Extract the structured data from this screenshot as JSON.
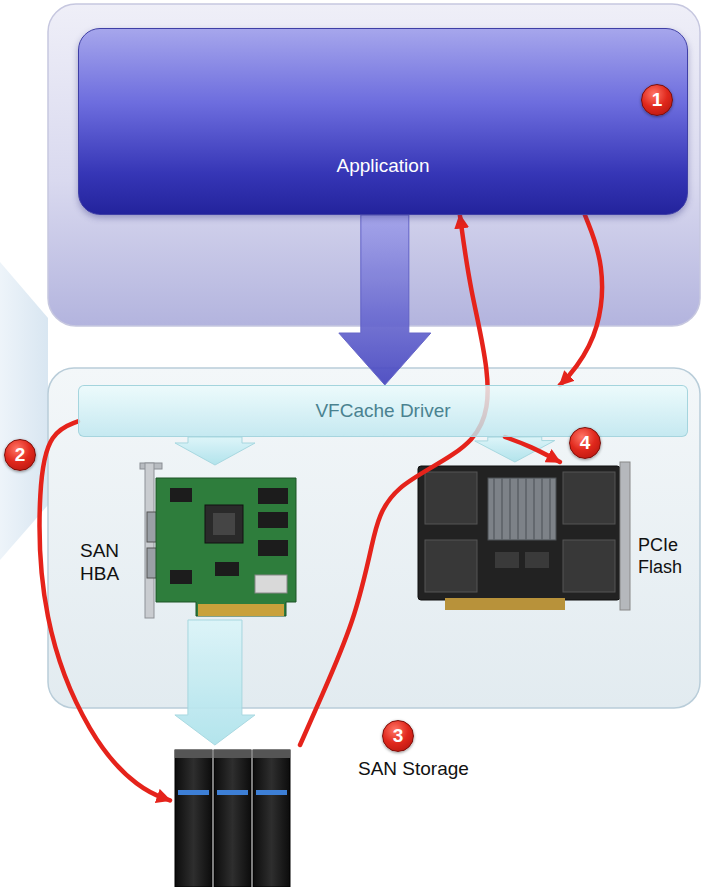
{
  "diagram": {
    "nodes": [
      {
        "text": [
          "Application"
        ]
      },
      {
        "text": [
          "VFCache Driver"
        ]
      },
      {
        "text": [
          "SAN HBA"
        ]
      },
      {
        "text": [
          "PCIe Flash"
        ]
      },
      {
        "text": [
          "SAN Storage"
        ]
      }
    ],
    "edges": [
      {
        "from": 0,
        "to": 1,
        "arrow": "to"
      },
      {
        "from": 1,
        "to": 4,
        "arrow": "to"
      },
      {
        "from": 4,
        "to": 0,
        "arrow": "to"
      },
      {
        "from": 1,
        "to": 3,
        "arrow": "to"
      },
      {
        "from": 0,
        "to": 1,
        "arrow": "to"
      },
      {
        "from": 1,
        "to": 2,
        "arrow": "to"
      },
      {
        "from": 1,
        "to": 3,
        "arrow": "to"
      },
      {
        "from": 2,
        "to": 4,
        "arrow": "to"
      }
    ],
    "labels": [
      "1",
      "2",
      "3",
      "4"
    ]
  }
}
